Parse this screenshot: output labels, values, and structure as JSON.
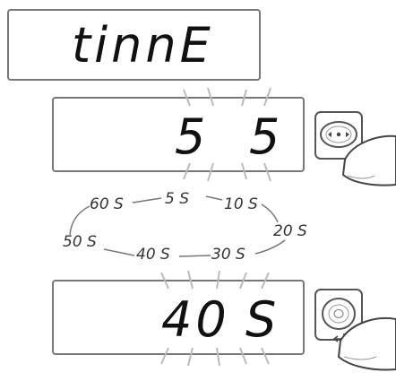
{
  "display_top": {
    "text": "tinnE"
  },
  "display_middle": {
    "digit_left": "5",
    "digit_right": "5"
  },
  "display_bottom": {
    "value": "40",
    "unit": "S"
  },
  "cycle_options": [
    "60 S",
    "5 S",
    "10 S",
    "20 S",
    "30 S",
    "40 S",
    "50 S"
  ],
  "buttons": [
    {
      "name": "mode-button",
      "icon": "dot-arrows-icon"
    },
    {
      "name": "enter-button",
      "icon": "enter-arrow-icon"
    }
  ],
  "colors": {
    "outline": "#777777",
    "segment": "#111111",
    "label": "#333333",
    "ray": "#bbbbbb"
  }
}
